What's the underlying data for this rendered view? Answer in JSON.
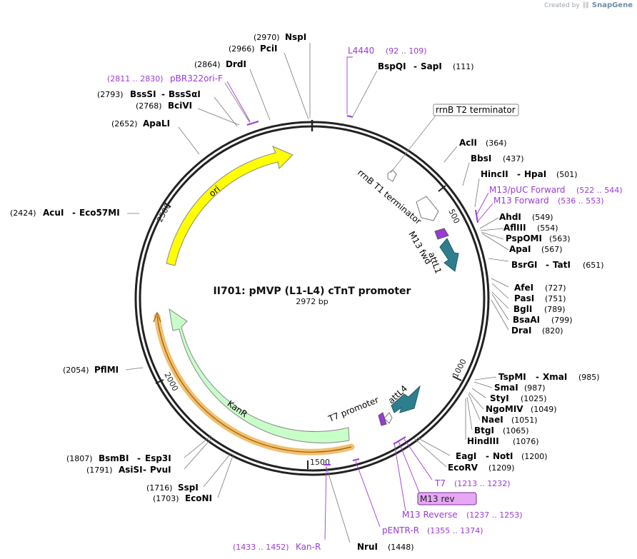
{
  "credit": {
    "prefix": "Created by",
    "brand": "SnapGene"
  },
  "plasmid": {
    "name": "II701: pMVP (L1-L4) cTnT promoter",
    "length_label": "2972 bp",
    "length": 2972
  },
  "ticks": [
    "500",
    "1000",
    "1500",
    "2000",
    "2500"
  ],
  "features": [
    {
      "label": "rrnB T2 terminator",
      "style": "boxed"
    },
    {
      "label": "rrnB T1 terminator"
    },
    {
      "label": "M13 fwd"
    },
    {
      "label": "attL1"
    },
    {
      "label": "ori"
    },
    {
      "label": "KanR"
    },
    {
      "label": "T7 promoter"
    },
    {
      "label": "attL4"
    }
  ],
  "sites": [
    {
      "pos": "(2970)",
      "name": "NspI"
    },
    {
      "pos": "(2966)",
      "name": "PciI"
    },
    {
      "pos": "(2864)",
      "name": "DrdI"
    },
    {
      "pos": "(2793)",
      "name": "BssSI",
      "name2": "BssSαI"
    },
    {
      "pos": "(2768)",
      "name": "BciVI"
    },
    {
      "pos": "(2652)",
      "name": "ApaLI"
    },
    {
      "pos": "(2424)",
      "name": "AcuI",
      "name2": "Eco57MI"
    },
    {
      "pos": "(2054)",
      "name": "PflMI"
    },
    {
      "pos": "(1807)",
      "name": "BsmBI",
      "name2": "Esp3I"
    },
    {
      "pos": "(1791)",
      "name": "AsiSI",
      "name2": "PvuI"
    },
    {
      "pos": "(1716)",
      "name": "SspI"
    },
    {
      "pos": "(1703)",
      "name": "EcoNI"
    },
    {
      "pos": "(1448)",
      "name": "NruI"
    },
    {
      "pos": "(111)",
      "name": "BspQI",
      "name2": "SapI"
    },
    {
      "pos": "(364)",
      "name": "AclI"
    },
    {
      "pos": "(437)",
      "name": "BbsI"
    },
    {
      "pos": "(501)",
      "name": "HincII",
      "name2": "HpaI"
    },
    {
      "pos": "(549)",
      "name": "AhdI"
    },
    {
      "pos": "(554)",
      "name": "AflIII"
    },
    {
      "pos": "(563)",
      "name": "PspOMI"
    },
    {
      "pos": "(567)",
      "name": "ApaI"
    },
    {
      "pos": "(651)",
      "name": "BsrGI",
      "name2": "TatI"
    },
    {
      "pos": "(727)",
      "name": "AfeI"
    },
    {
      "pos": "(751)",
      "name": "PasI"
    },
    {
      "pos": "(789)",
      "name": "BglI"
    },
    {
      "pos": "(799)",
      "name": "BsaAI"
    },
    {
      "pos": "(820)",
      "name": "DraI"
    },
    {
      "pos": "(985)",
      "name": "TspMI",
      "name2": "XmaI"
    },
    {
      "pos": "(987)",
      "name": "SmaI"
    },
    {
      "pos": "(1025)",
      "name": "StyI"
    },
    {
      "pos": "(1049)",
      "name": "NgoMIV"
    },
    {
      "pos": "(1051)",
      "name": "NaeI"
    },
    {
      "pos": "(1065)",
      "name": "BtgI"
    },
    {
      "pos": "(1076)",
      "name": "HindIII"
    },
    {
      "pos": "(1200)",
      "name": "EagI",
      "name2": "NotI"
    },
    {
      "pos": "(1209)",
      "name": "EcoRV"
    }
  ],
  "primers": [
    {
      "name": "L4440",
      "range": "(92 .. 109)"
    },
    {
      "name": "pBR322ori-F",
      "range": "(2811 .. 2830)"
    },
    {
      "name": "M13/pUC Forward",
      "range": "(522 .. 544)"
    },
    {
      "name": "M13 Forward",
      "range": "(536 .. 553)"
    },
    {
      "name": "T7",
      "range": "(1213 .. 1232)"
    },
    {
      "name": "M13 rev"
    },
    {
      "name": "M13 Reverse",
      "range": "(1237 .. 1253)"
    },
    {
      "name": "pENTR-R",
      "range": "(1355 .. 1374)"
    },
    {
      "name": "Kan-R",
      "range": "(1433 .. 1452)"
    }
  ]
}
